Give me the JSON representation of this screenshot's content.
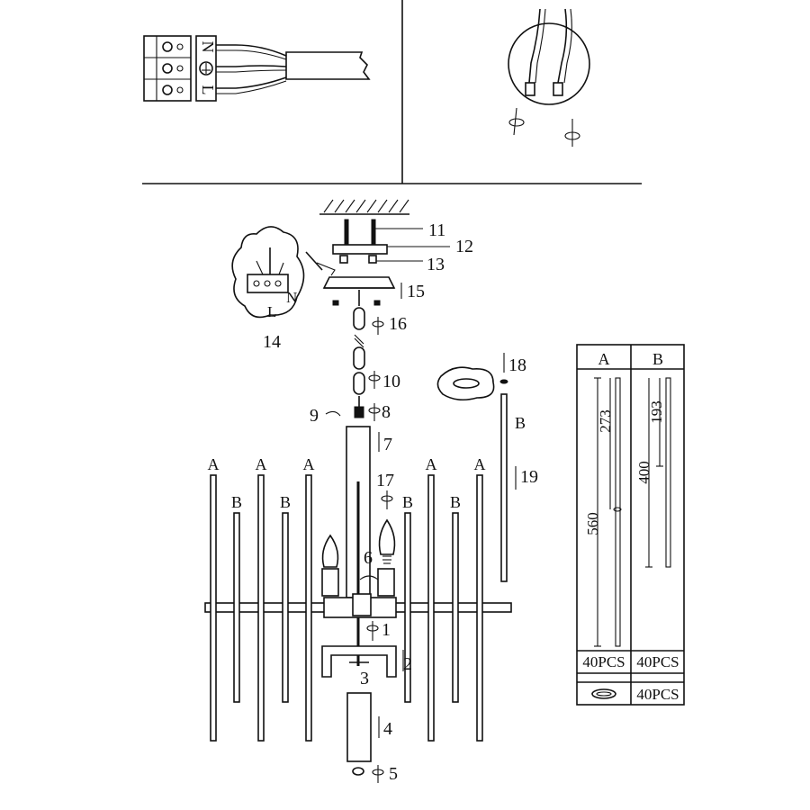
{
  "wiring_terminal": {
    "labels": [
      "N",
      "⏚",
      "L"
    ]
  },
  "parts": [
    {
      "n": "11",
      "arrow": ""
    },
    {
      "n": "12",
      "arrow": ""
    },
    {
      "n": "13",
      "arrow": ""
    },
    {
      "n": "14",
      "arrow": ""
    },
    {
      "n": "15",
      "arrow": "↓"
    },
    {
      "n": "16",
      "arrow": "⟳"
    },
    {
      "n": "10",
      "arrow": "⟳"
    },
    {
      "n": "9",
      "arrow": "⟳"
    },
    {
      "n": "8",
      "arrow": "⟳"
    },
    {
      "n": "7",
      "arrow": "↓"
    },
    {
      "n": "17",
      "arrow": "⟳"
    },
    {
      "n": "6",
      "arrow": "⟳"
    },
    {
      "n": "1",
      "arrow": "⟳"
    },
    {
      "n": "2",
      "arrow": "↓"
    },
    {
      "n": "3",
      "arrow": ""
    },
    {
      "n": "4",
      "arrow": "↓"
    },
    {
      "n": "5",
      "arrow": "⟳"
    },
    {
      "n": "18",
      "arrow": "↓"
    },
    {
      "n": "19",
      "arrow": "↓"
    }
  ],
  "rod_labels": {
    "a": "A",
    "b": "B"
  },
  "spec_table": {
    "col_a": "A",
    "col_b": "B",
    "dims_a": [
      "560",
      "273"
    ],
    "dims_b": [
      "400",
      "193"
    ],
    "qty_a": "40PCS",
    "qty_b": "40PCS",
    "qty_ring": "40PCS"
  }
}
